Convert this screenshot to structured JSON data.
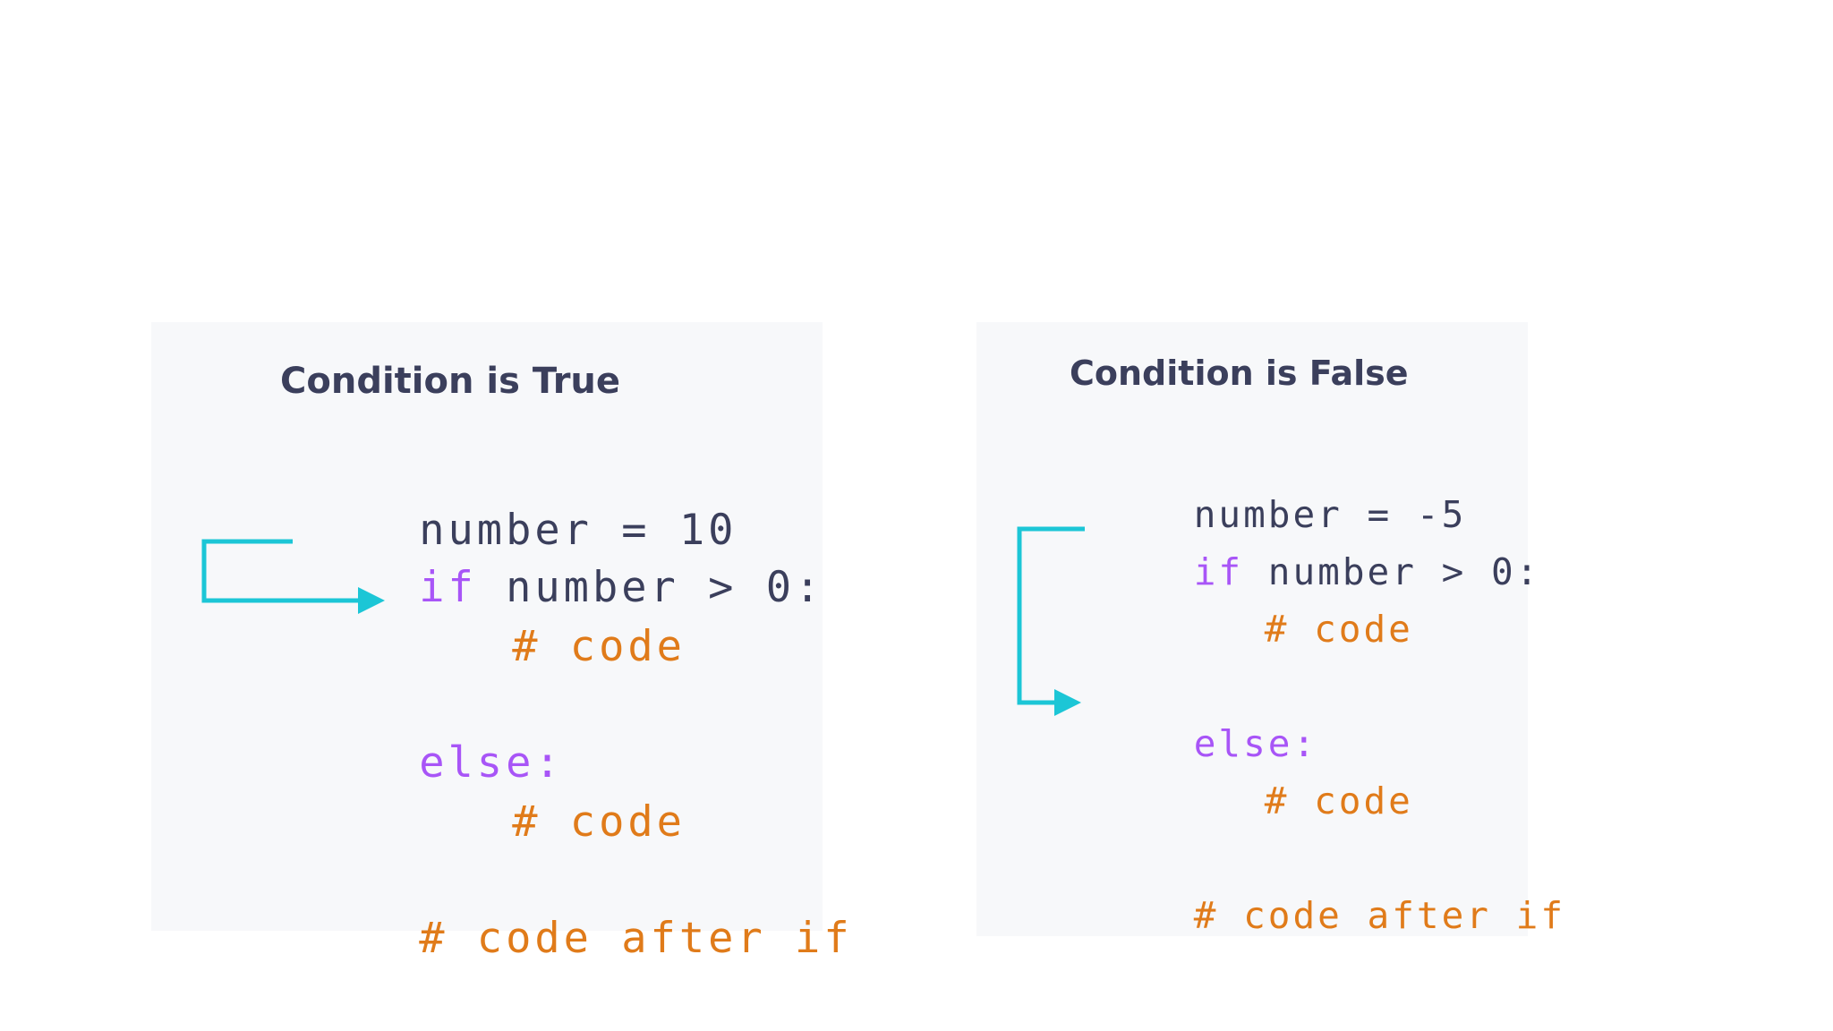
{
  "panels": {
    "true": {
      "title": "Condition is True",
      "assign": "number = 10",
      "if_kw": "if",
      "if_rest": " number > 0:",
      "code1": "# code",
      "else_kw": "else:",
      "code2": "# code",
      "after": "# code after if"
    },
    "false": {
      "title": "Condition is False",
      "assign": "number = -5",
      "if_kw": "if",
      "if_rest": " number > 0:",
      "code1": "# code",
      "else_kw": "else:",
      "code2": "# code",
      "after": "# code after if"
    }
  },
  "colors": {
    "keyword": "#a855f7",
    "text": "#3b3f5c",
    "comment": "#e07b1a",
    "arrow": "#1cc6d6",
    "panel_bg": "#f7f8fa"
  }
}
